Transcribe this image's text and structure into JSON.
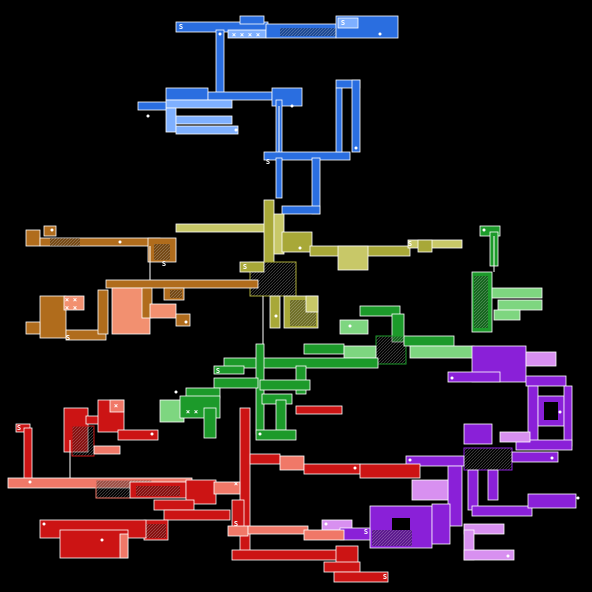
{
  "map": {
    "background": "#000000",
    "markers": {
      "save": "S",
      "item": "×",
      "node": "•"
    },
    "regions": [
      {
        "id": "blue",
        "color": "#2a6ee0",
        "accent": "#7fb0ff"
      },
      {
        "id": "olive",
        "color": "#a8a838",
        "accent": "#c8c868"
      },
      {
        "id": "brown",
        "color": "#b06c1c",
        "accent": "#f29070"
      },
      {
        "id": "green",
        "color": "#1c9a2a",
        "accent": "#7ed680"
      },
      {
        "id": "purple",
        "color": "#8a20d8",
        "accent": "#d890f0"
      },
      {
        "id": "red",
        "color": "#cc1414",
        "accent": "#f07868"
      }
    ]
  }
}
